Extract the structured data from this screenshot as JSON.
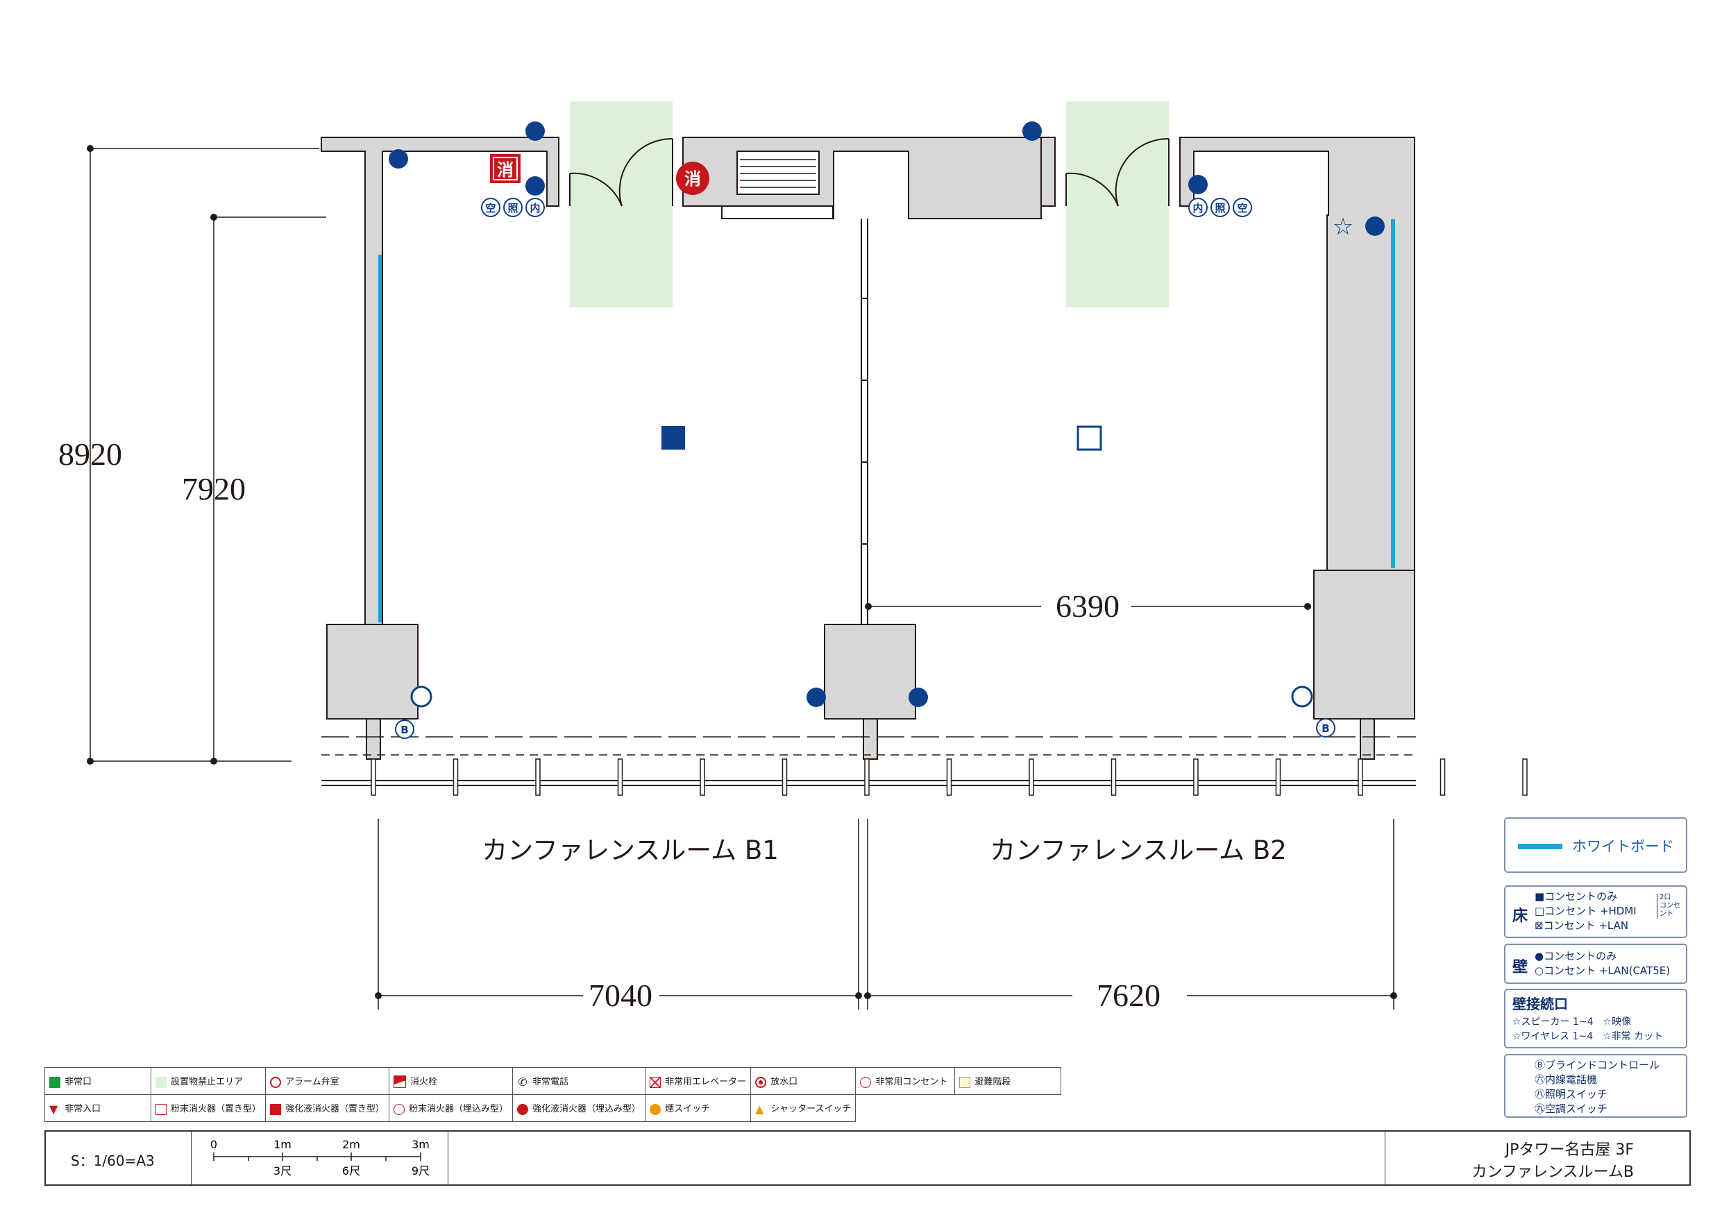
{
  "dimensions": {
    "height_outer": "8920",
    "height_inner": "7920",
    "width_room_b1": "7040",
    "width_room_b2": "7620",
    "width_inner_b2": "6390"
  },
  "rooms": {
    "b1": "カンファレンスルーム B1",
    "b2": "カンファレンスルーム B2"
  },
  "symbols": {
    "fire_ext": "消",
    "switch_ac": "空",
    "switch_light": "照",
    "interphone": "内",
    "blind": "B"
  },
  "legend_boxes": {
    "whiteboard": {
      "label": "ホワイトボード"
    },
    "floor": {
      "title": "床",
      "rows": [
        "■コンセントのみ",
        "□コンセント +HDMI",
        "⊠コンセント +LAN"
      ],
      "note_l1": "2口",
      "note_l2": "コンセント"
    },
    "wall": {
      "title": "壁",
      "rows": [
        "●コンセントのみ",
        "○コンセント +LAN(CAT5E)"
      ]
    },
    "wall_connection": {
      "title": "壁接続口",
      "row1": "☆スピーカー 1~4　☆映像",
      "row2": "☆ワイヤレス 1~4　☆非常 カット"
    },
    "devices": {
      "rows": [
        "Ⓑブラインドコントロール",
        "㊅内線電話機",
        "㊇照明スイッチ",
        "㊈空調スイッチ"
      ]
    }
  },
  "legend_table": {
    "row1": [
      "非常口",
      "設置物禁止エリア",
      "アラーム弁室",
      "消火栓",
      "非常電話",
      "非常用エレベーター",
      "放水口",
      "非常用コンセント",
      "避難階段"
    ],
    "row2": [
      "非常入口",
      "粉末消火器（置き型）",
      "強化液消火器（置き型）",
      "粉末消火器（埋込み型）",
      "強化液消火器（埋込み型）",
      "煙スイッチ",
      "シャッタースイッチ"
    ]
  },
  "title_block": {
    "scale": "S：1/60=A3",
    "scale_m": [
      "0",
      "1m",
      "2m",
      "3m"
    ],
    "scale_shaku": [
      "3尺",
      "6尺",
      "9尺"
    ],
    "building": "JPタワー名古屋 3F",
    "room_name": "カンファレンスルームB"
  },
  "colors": {
    "wall_fill": "#d7d7d7",
    "whiteboard": "#1ea4d9",
    "no_place_area": "#dff0d8",
    "outlet_blue": "#0d3f8c",
    "fire_red": "#c8161d"
  }
}
